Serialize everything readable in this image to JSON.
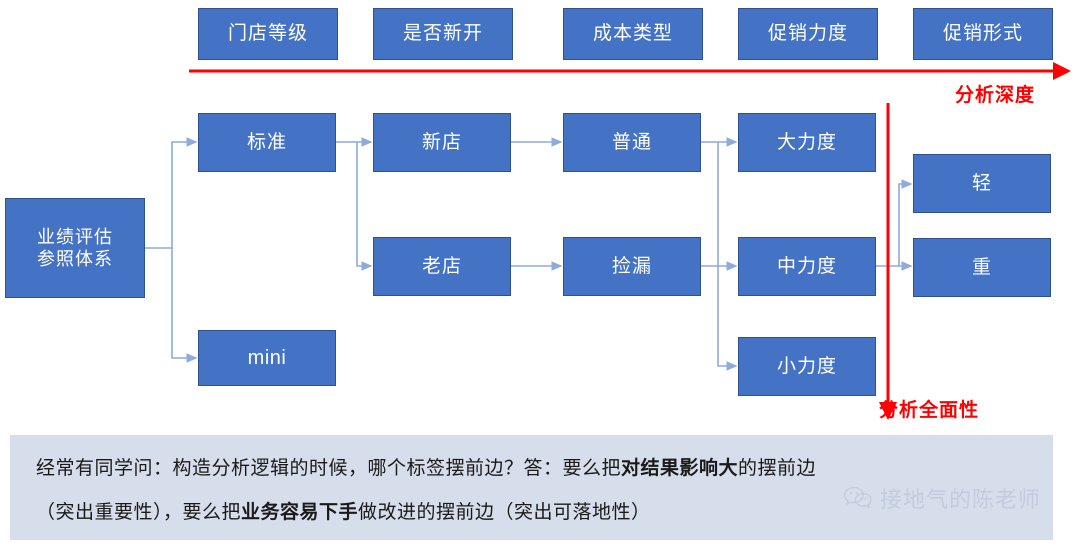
{
  "colors": {
    "node_fill": "#4472C4",
    "node_border": "#2F528F",
    "connector": "#8FAADC",
    "axis_red": "#FF0000",
    "banner_bg": "#D7DEEB",
    "watermark": "#C3CCDE"
  },
  "headers": [
    {
      "label": "门店等级"
    },
    {
      "label": "是否新开"
    },
    {
      "label": "成本类型"
    },
    {
      "label": "促销力度"
    },
    {
      "label": "促销形式"
    }
  ],
  "axes": {
    "depth_label": "分析深度",
    "coverage_label": "分析全面性"
  },
  "root": {
    "label": "业绩评估\n参照体系"
  },
  "nodes": {
    "level": [
      {
        "label": "标准"
      },
      {
        "label": "mini"
      }
    ],
    "newness": [
      {
        "label": "新店"
      },
      {
        "label": "老店"
      }
    ],
    "cost": [
      {
        "label": "普通"
      },
      {
        "label": "捡漏"
      }
    ],
    "promo_strength": [
      {
        "label": "大力度"
      },
      {
        "label": "中力度"
      },
      {
        "label": "小力度"
      }
    ],
    "promo_form": [
      {
        "label": "轻"
      },
      {
        "label": "重"
      }
    ]
  },
  "banner": {
    "line1_a": "经常有同学问：构造分析逻辑的时候，哪个标签摆前边？答：要么把",
    "line1_b": "对结果影响大",
    "line1_c": "的摆前边",
    "line2_a": "（突出重要性），要么把",
    "line2_b": "业务容易下手",
    "line2_c": "做改进的摆前边（突出可落地性）"
  },
  "watermark": {
    "icon": "wechat-icon",
    "text": "接地气的陈老师"
  }
}
